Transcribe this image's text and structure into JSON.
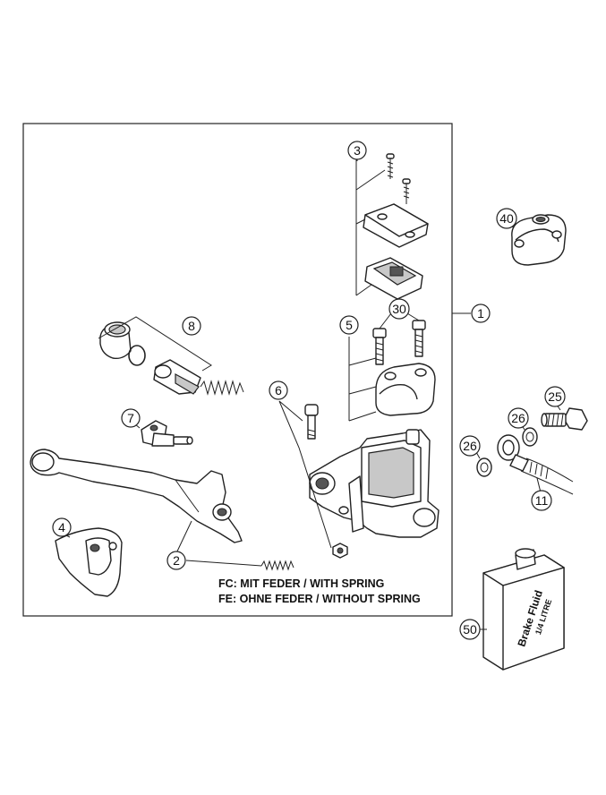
{
  "callouts": {
    "c1": "1",
    "c2": "2",
    "c3": "3",
    "c4": "4",
    "c5": "5",
    "c6": "6",
    "c7": "7",
    "c8": "8",
    "c11": "11",
    "c25": "25",
    "c26a": "26",
    "c26b": "26",
    "c30": "30",
    "c40": "40",
    "c50": "50"
  },
  "notes": {
    "fc": "FC:  MIT FEDER / WITH SPRING",
    "fe": "FE:  OHNE FEDER / WITHOUT SPRING"
  },
  "bottle_label": {
    "line1": "Brake Fluid",
    "line2": "1/4 LITRE"
  }
}
